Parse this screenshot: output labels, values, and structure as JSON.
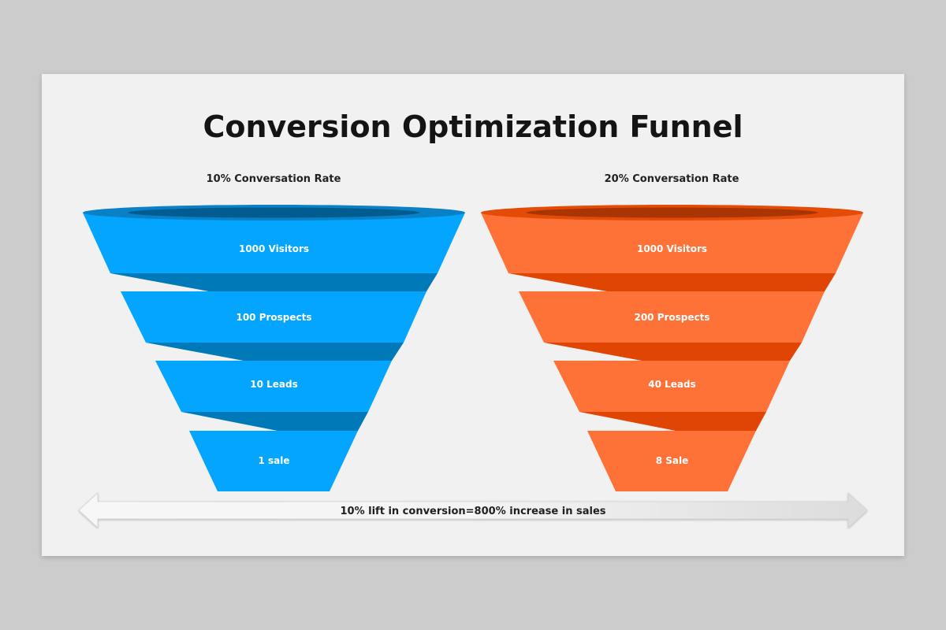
{
  "title": "Conversion Optimization Funnel",
  "funnels": [
    {
      "heading": "10% Conversation Rate",
      "colors": {
        "face": "#04a5ff",
        "dark": "#0079b9",
        "rim": "#0a80c6",
        "hole": "#035c8f"
      },
      "stages": [
        "1000 Visitors",
        "100 Prospects",
        "10 Leads",
        "1 sale"
      ]
    },
    {
      "heading": "20% Conversation Rate",
      "colors": {
        "face": "#fe7137",
        "dark": "#e14504",
        "rim": "#e44b06",
        "hole": "#a93404"
      },
      "stages": [
        "1000 Visitors",
        "200 Prospects",
        "40 Leads",
        "8 Sale"
      ]
    }
  ],
  "footer": "10% lift in conversion=800% increase in sales"
}
